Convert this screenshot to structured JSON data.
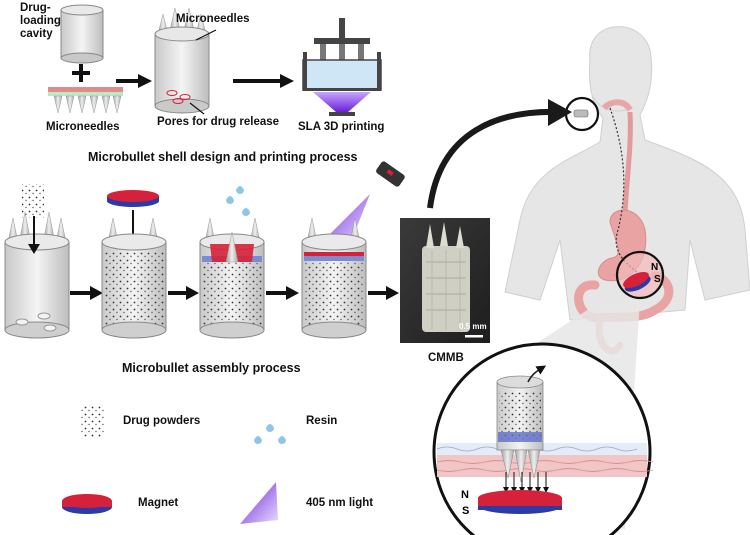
{
  "shell": {
    "drug_loading_cavity": [
      "Drug-",
      "loading",
      "cavity"
    ],
    "microneedles_left": "Microneedles",
    "microneedles_top": "Microneedles",
    "pores": "Pores for drug release",
    "sla": "SLA 3D printing",
    "title": "Microbullet shell design and printing process"
  },
  "assembly": {
    "title": "Microbullet assembly process",
    "cmmb": "CMMB",
    "scale_bar": "0.5 mm"
  },
  "legend": {
    "drug": "Drug powders",
    "resin": "Resin",
    "magnet": "Magnet",
    "light": "405 nm light"
  },
  "body_poles": {
    "n": "N",
    "s": "S"
  },
  "zoom_poles": {
    "n": "N",
    "s": "S"
  },
  "colors": {
    "magnet_red": "#d6213a",
    "magnet_blue": "#2b3aa8",
    "resin_blue": "#8fc6e8",
    "uv_purple": "#7b2fe0",
    "tissue_pink": "#eaa3a3",
    "body_skin": "#e9e9e9"
  }
}
